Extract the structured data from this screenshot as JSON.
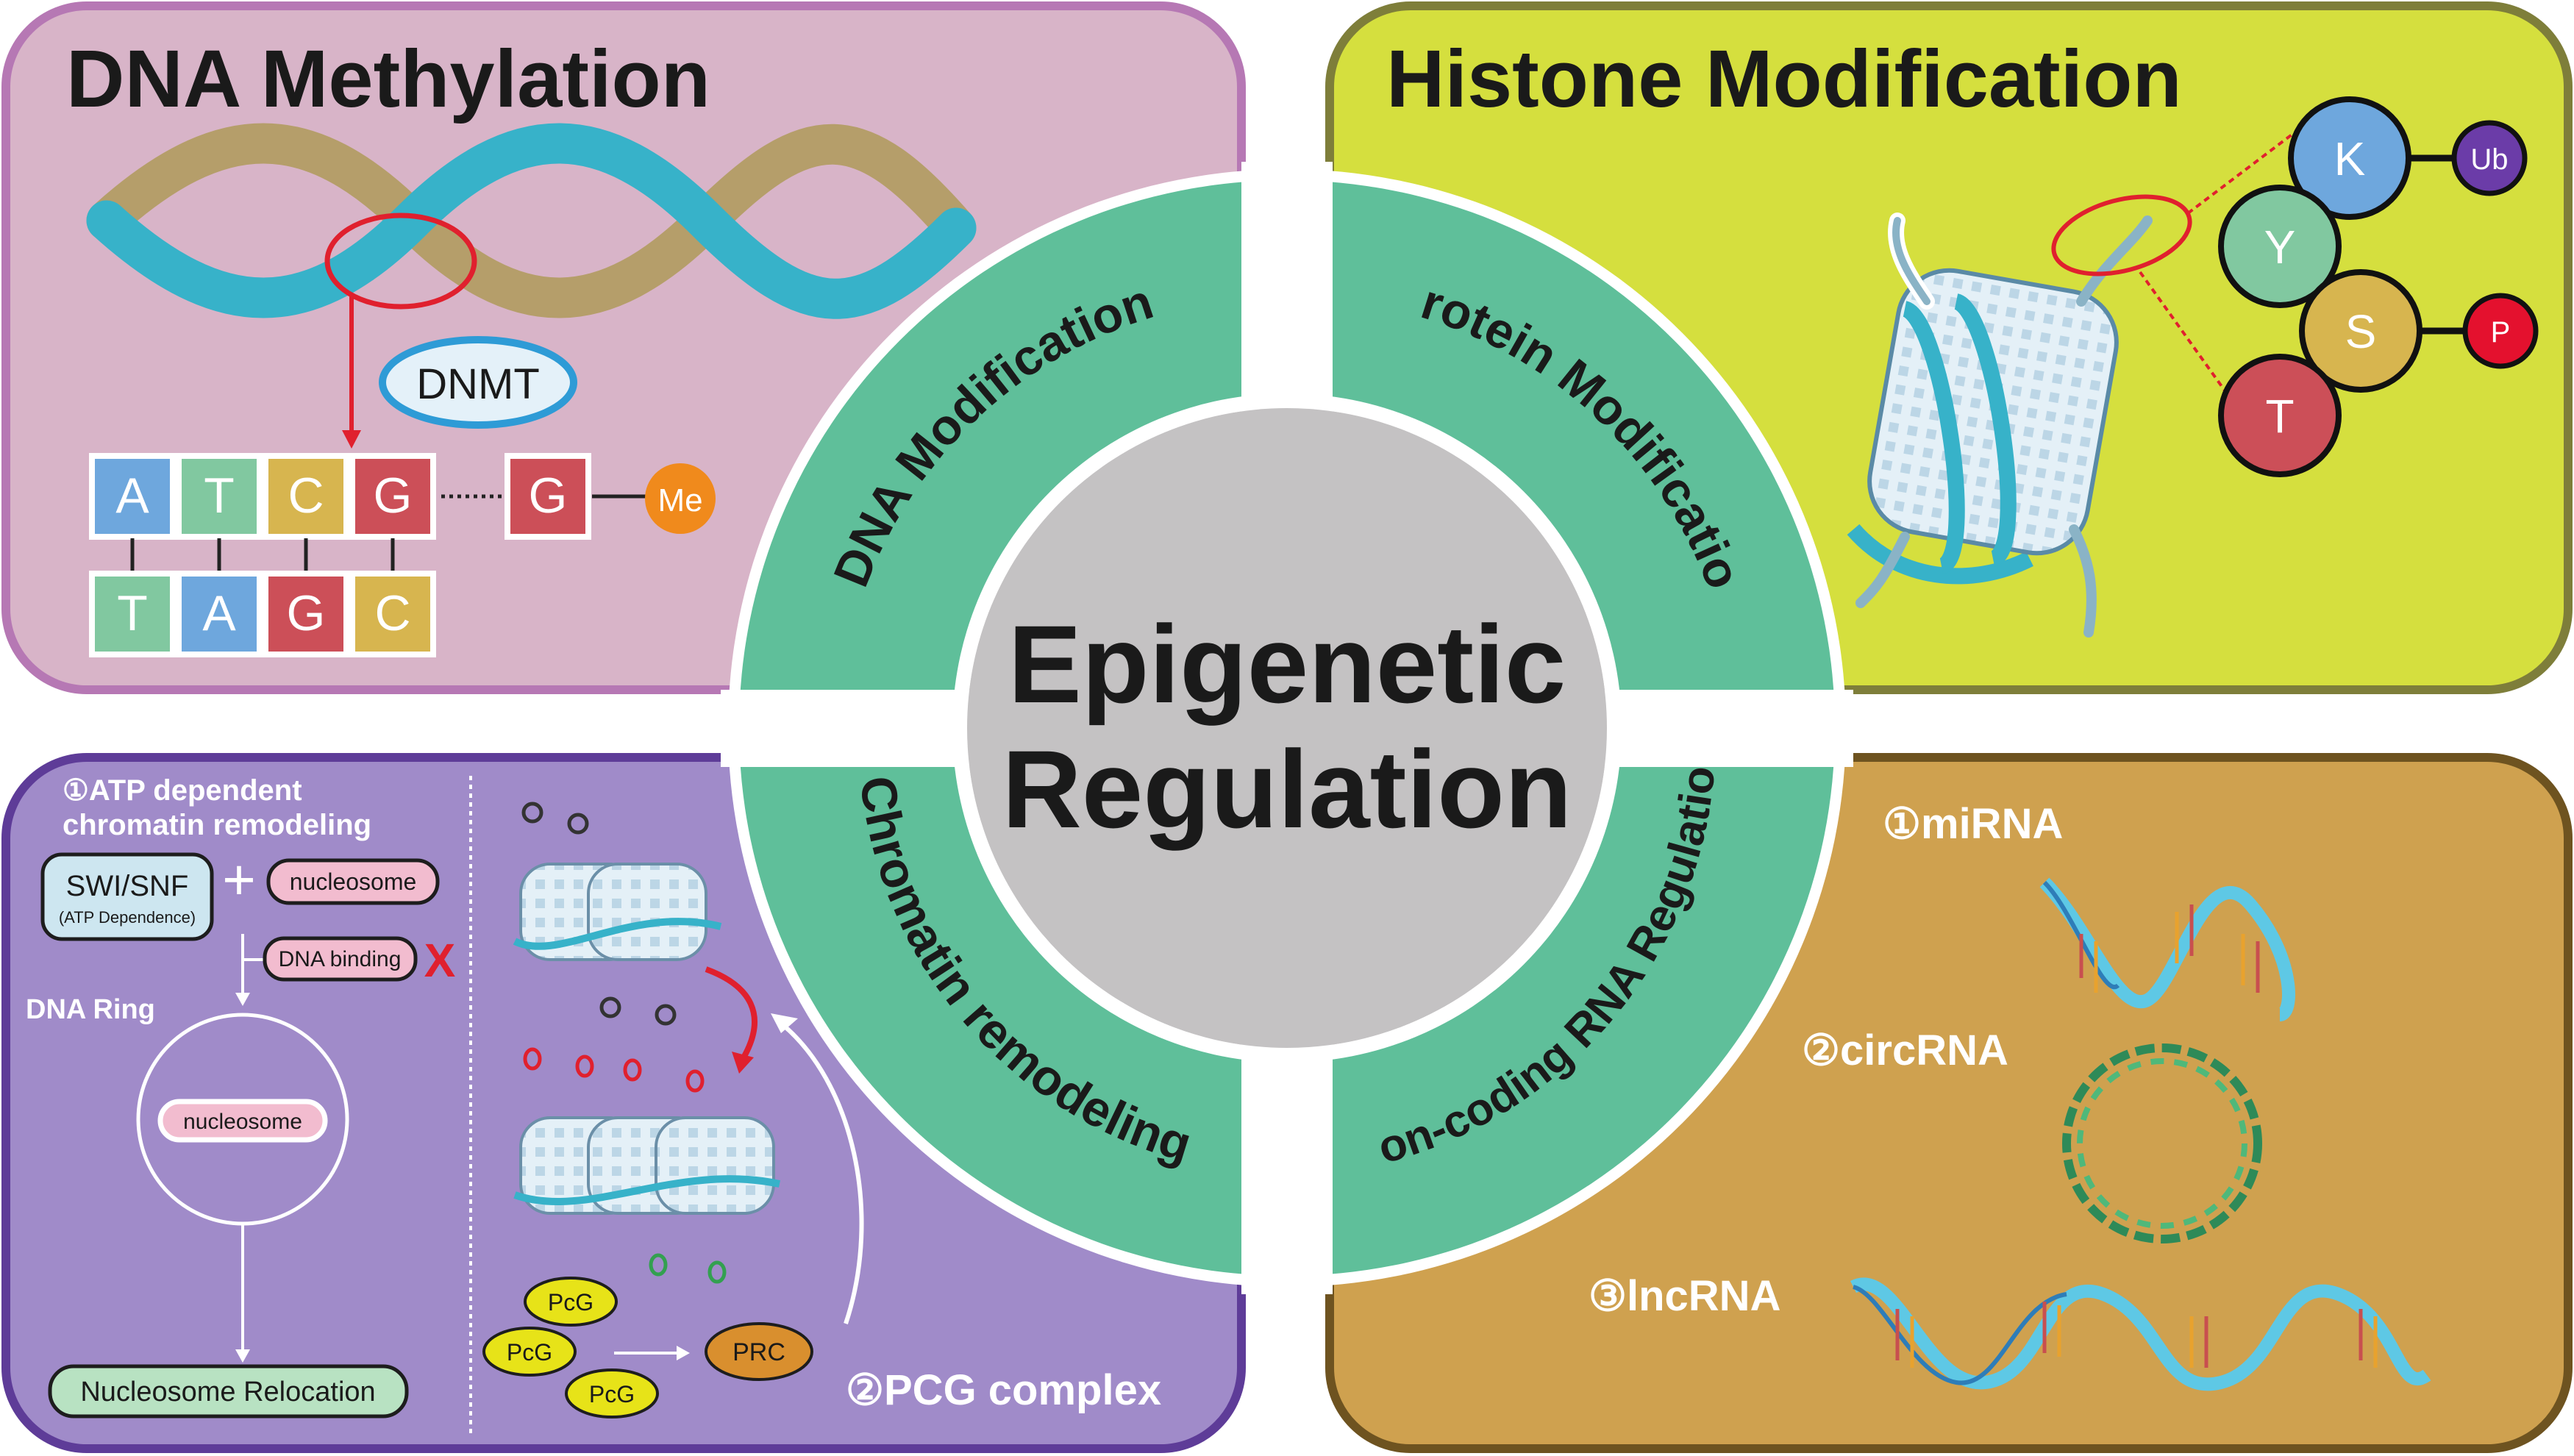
{
  "quadrants": {
    "dna_methylation": {
      "title": "DNA Methylation",
      "enzyme": "DNMT",
      "top_bases": [
        "A",
        "T",
        "C",
        "G"
      ],
      "bottom_bases": [
        "T",
        "A",
        "G",
        "C"
      ],
      "methyl_base": "G",
      "methyl_group": "Me"
    },
    "histone_modification": {
      "title": "Histone Modification",
      "residues": [
        "K",
        "Y",
        "S",
        "T"
      ],
      "ub": "Ub",
      "p": "P"
    },
    "chromatin": {
      "atp_title_1": "①ATP dependent",
      "atp_title_2": "chromatin remodeling",
      "swisnf": "SWI/SNF",
      "swisnf_sub": "(ATP Dependence)",
      "plus": "+",
      "nucleosome": "nucleosome",
      "dna_binding": "DNA binding",
      "x_mark": "X",
      "dna_ring": "DNA Ring",
      "ring_nucleosome": "nucleosome",
      "relocation": "Nucleosome Relocation",
      "pcg": "PcG",
      "prc": "PRC",
      "pcg_complex": "②PCG complex"
    },
    "ncrna": {
      "mirna": "①miRNA",
      "circrna": "②circRNA",
      "lncrna": "③lncRNA"
    }
  },
  "center": {
    "line1": "Epigenetic",
    "line2": "Regulation"
  },
  "ring_labels": {
    "dna_modification": "DNA Modification",
    "protein_modification": "Protein Modification",
    "chromatin_remodeling": "Chromatin remodeling",
    "noncoding": "Non-coding RNA Regulation"
  },
  "colors": {
    "methylation_bg": "#D8B4C8",
    "methylation_border": "#B678B4",
    "histone_bg": "#D5DF3E",
    "histone_border": "#7E7E3A",
    "chromatin_bg": "#A08BC9",
    "chromatin_border": "#5E3C98",
    "ncrna_bg": "#CFA14F",
    "ncrna_border": "#6E5320",
    "ring": "#5FBF9A",
    "center": "#C4C2C3"
  }
}
